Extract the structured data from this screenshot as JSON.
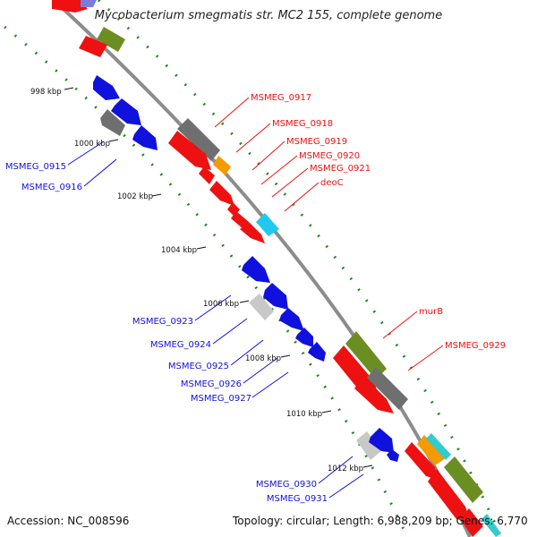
{
  "title": "Mycobacterium smegmatis str. MC2 155, complete genome",
  "accession": "Accession: NC_008596",
  "topology": "Topology: circular; Length: 6,988,209 bp; Genes: 6,770",
  "colors": {
    "forward": "#ee1111",
    "reverse": "#1111dd",
    "olive": "#6b8e23",
    "gray": "#6f6f6f",
    "lightgray": "#c8c8c8",
    "orange": "#f59a00",
    "cyan": "#22c8ee",
    "teal": "#33cccc",
    "backbone": "#8c8c8c",
    "dots": "#1f8a1f"
  },
  "kbp_ticks": [
    "998 kbp",
    "1000 kbp",
    "1002 kbp",
    "1004 kbp",
    "1006 kbp",
    "1008 kbp",
    "1010 kbp",
    "1012 kbp"
  ],
  "forward_labels": [
    "MSMEG_0917",
    "MSMEG_0918",
    "MSMEG_0919",
    "MSMEG_0920",
    "MSMEG_0921",
    "deoC",
    "murB",
    "MSMEG_0929"
  ],
  "reverse_labels": [
    "MSMEG_0915",
    "MSMEG_0916",
    "MSMEG_0923",
    "MSMEG_0924",
    "MSMEG_0925",
    "MSMEG_0926",
    "MSMEG_0927",
    "MSMEG_0930",
    "MSMEG_0931"
  ]
}
